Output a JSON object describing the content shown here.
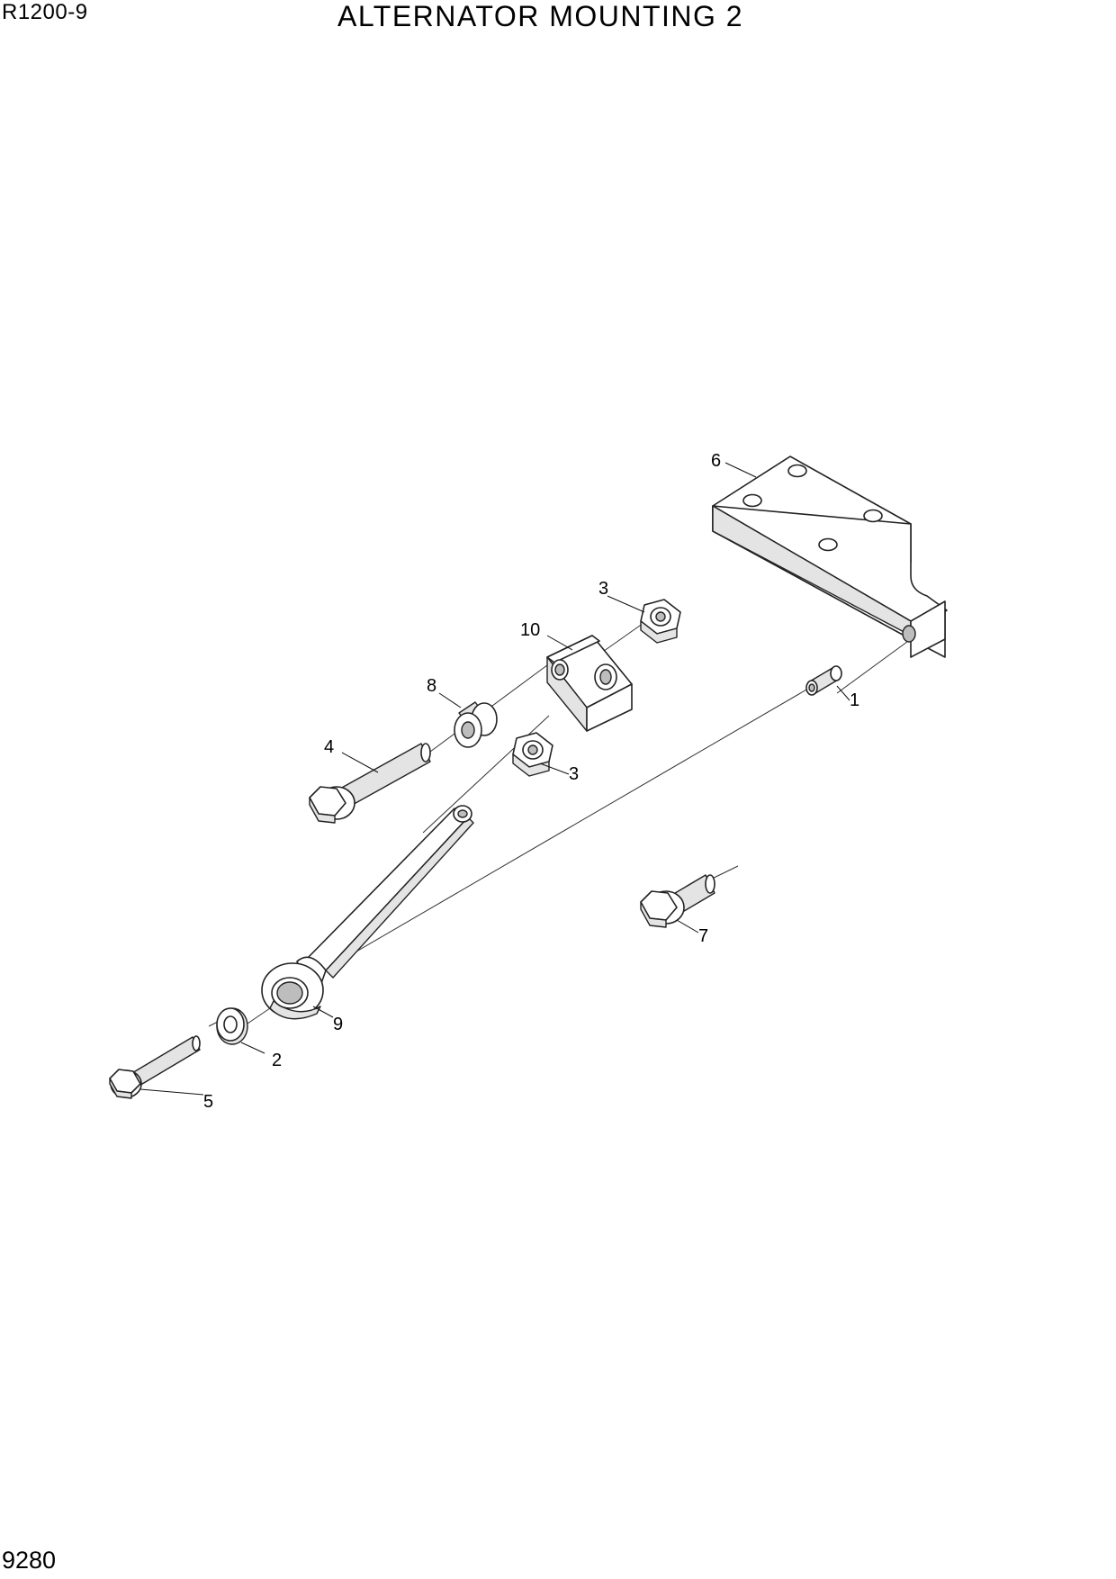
{
  "header": {
    "model": "R1200-9",
    "title": "ALTERNATOR MOUNTING 2"
  },
  "footer": {
    "page_number": "9280"
  },
  "callouts": {
    "c1": "1",
    "c2": "2",
    "c3a": "3",
    "c3b": "3",
    "c4": "4",
    "c5": "5",
    "c6": "6",
    "c7": "7",
    "c8": "8",
    "c9": "9",
    "c10": "10"
  }
}
